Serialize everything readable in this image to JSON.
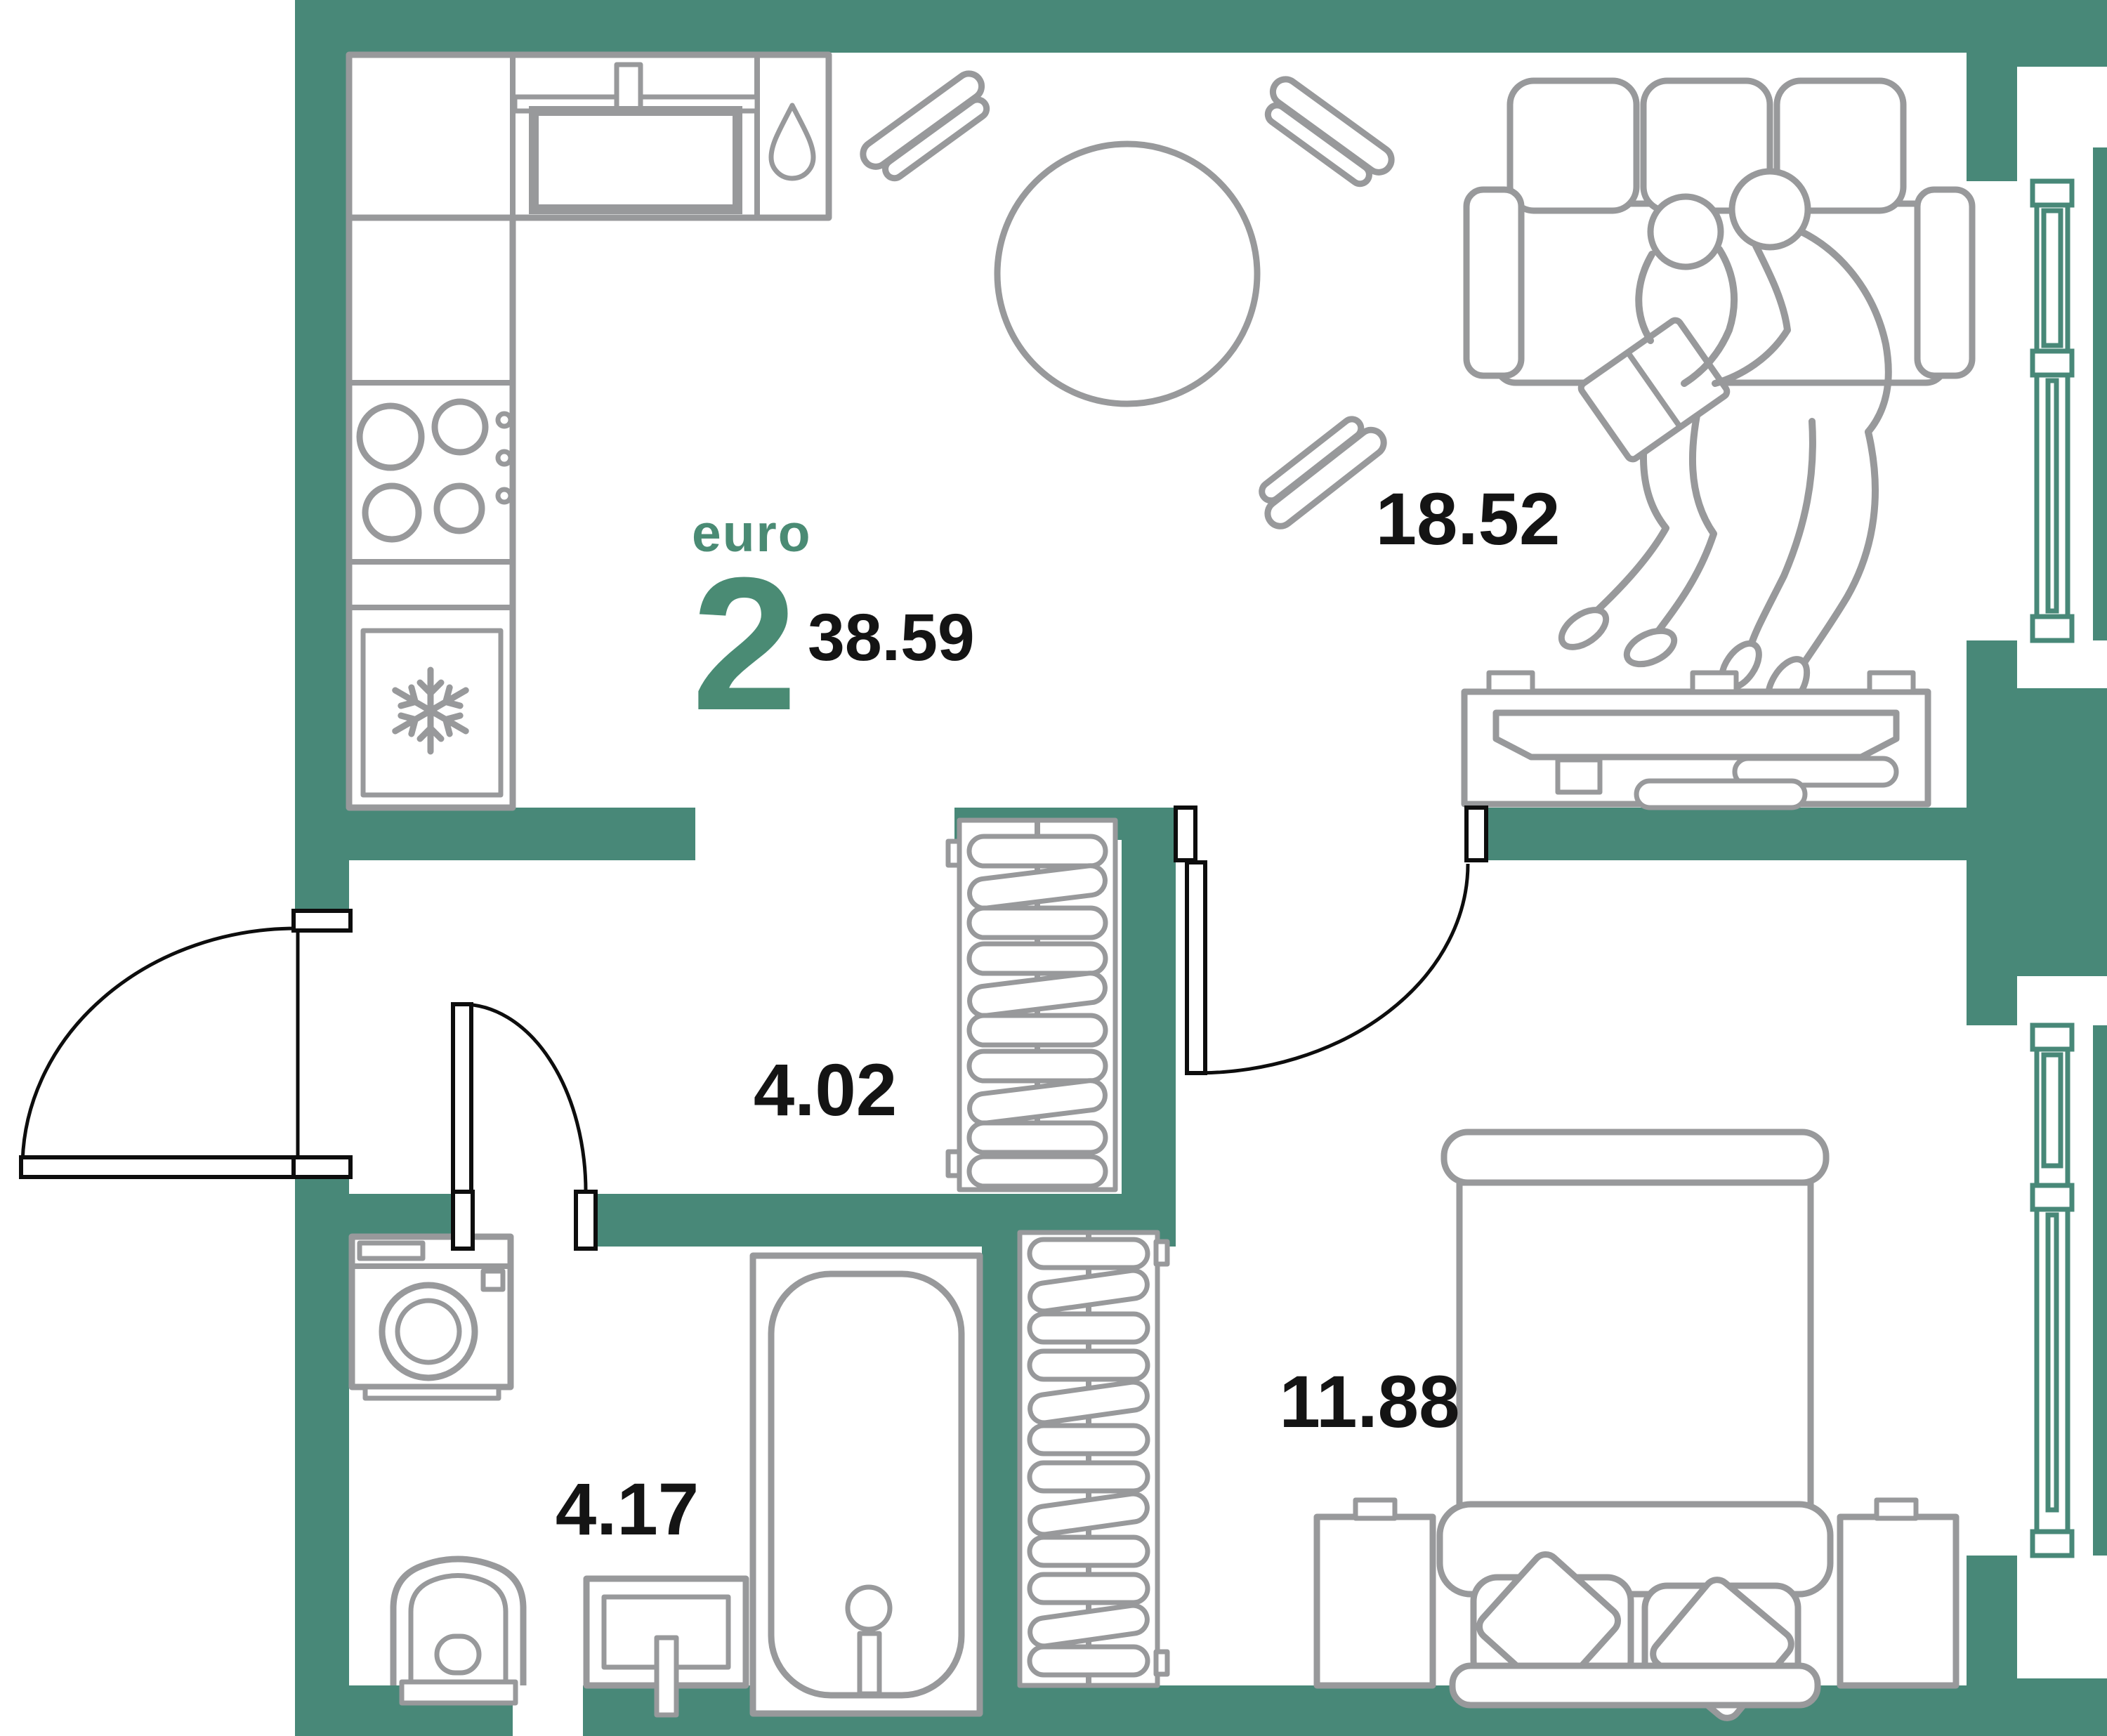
{
  "plan": {
    "type_label": "euro",
    "rooms_count": "2",
    "total_area": "38.59"
  },
  "rooms": {
    "kitchen_living": {
      "area": "18.52"
    },
    "hallway": {
      "area": "4.02"
    },
    "bathroom": {
      "area": "4.17"
    },
    "bedroom": {
      "area": "11.88"
    }
  },
  "colors": {
    "wall": "#488878",
    "accent_text": "#4A8B74",
    "furniture_outline": "#98999B",
    "door_outline": "#0D0D0D",
    "label_text": "#141414",
    "background": "#FFFFFF"
  },
  "icons": {
    "fridge_badge": "snowflake",
    "sink_cabinet_badge": "water-drop"
  }
}
